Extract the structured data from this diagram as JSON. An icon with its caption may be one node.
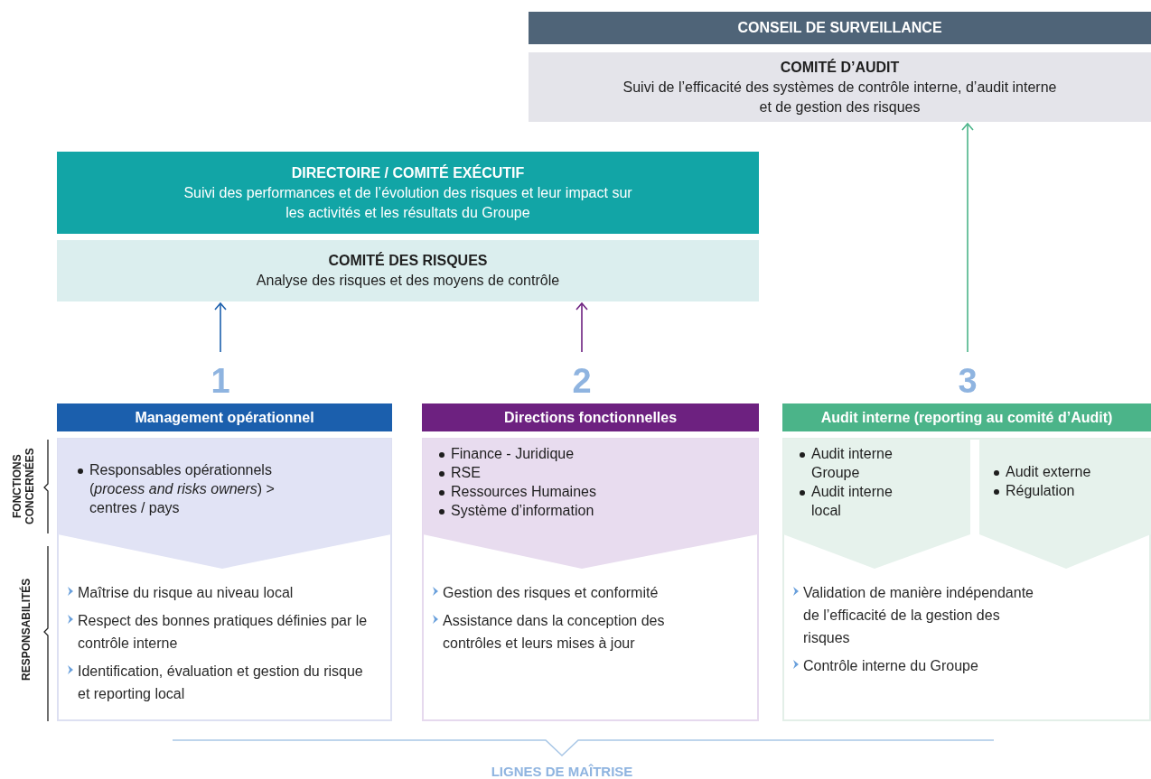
{
  "diagram": {
    "nodes": [
      {
        "text": [
          "CONSEIL DE SURVEILLANCE"
        ]
      },
      {
        "text": [
          "COMITÉ D’AUDIT",
          "Suivi de l’efficacité des systèmes de contrôle interne, d’audit interne et de gestion des risques"
        ]
      },
      {
        "text": [
          "DIRECTOIRE / COMITÉ EXÉCUTIF",
          "Suivi des performances et de l’évolution des risques et leur impact sur les activités et les résultats du Groupe"
        ]
      },
      {
        "text": [
          "COMITÉ DES RISQUES",
          "Analyse des risques et des moyens de contrôle"
        ]
      },
      {
        "text": [
          "1"
        ]
      },
      {
        "text": [
          "2"
        ]
      },
      {
        "text": [
          "3"
        ]
      },
      {
        "text": [
          "Management opérationnel"
        ]
      },
      {
        "text": [
          "Responsables opérationnels (*process and risks owners*) > centres / pays"
        ]
      },
      {
        "text": [
          "Maîtrise du risque au niveau local",
          "Respect des bonnes pratiques définies par le contrôle interne",
          "Identification, évaluation et gestion du risque et reporting local"
        ]
      },
      {
        "text": [
          "Directions fonctionnelles"
        ]
      },
      {
        "text": [
          "Finance - Juridique",
          "RSE",
          "Ressources Humaines",
          "Système d’information"
        ]
      },
      {
        "text": [
          "Gestion des risques et conformité",
          "Assistance dans la conception des contrôles et leurs mises à jour"
        ]
      },
      {
        "text": [
          "Audit interne (reporting au comité d’Audit)"
        ]
      },
      {
        "text": [
          "Audit interne Groupe",
          "Audit interne local"
        ]
      },
      {
        "text": [
          "Audit externe",
          "Régulation"
        ]
      },
      {
        "text": [
          "Validation de manière indépendante de l’efficacité de la gestion des risques",
          "Contrôle interne du Groupe"
        ]
      }
    ],
    "edges": [
      {
        "from": 4,
        "to": 3,
        "arrow": "to",
        "color": "#1b5fad"
      },
      {
        "from": 5,
        "to": 3,
        "arrow": "to",
        "color": "#6d2180"
      },
      {
        "from": 6,
        "to": 1,
        "arrow": "to",
        "color": "#4bb489"
      }
    ],
    "labels": [
      "FONCTIONS CONCERNÉES",
      "RESPONSABILITÉS",
      "LIGNES DE MAÎTRISE"
    ]
  }
}
